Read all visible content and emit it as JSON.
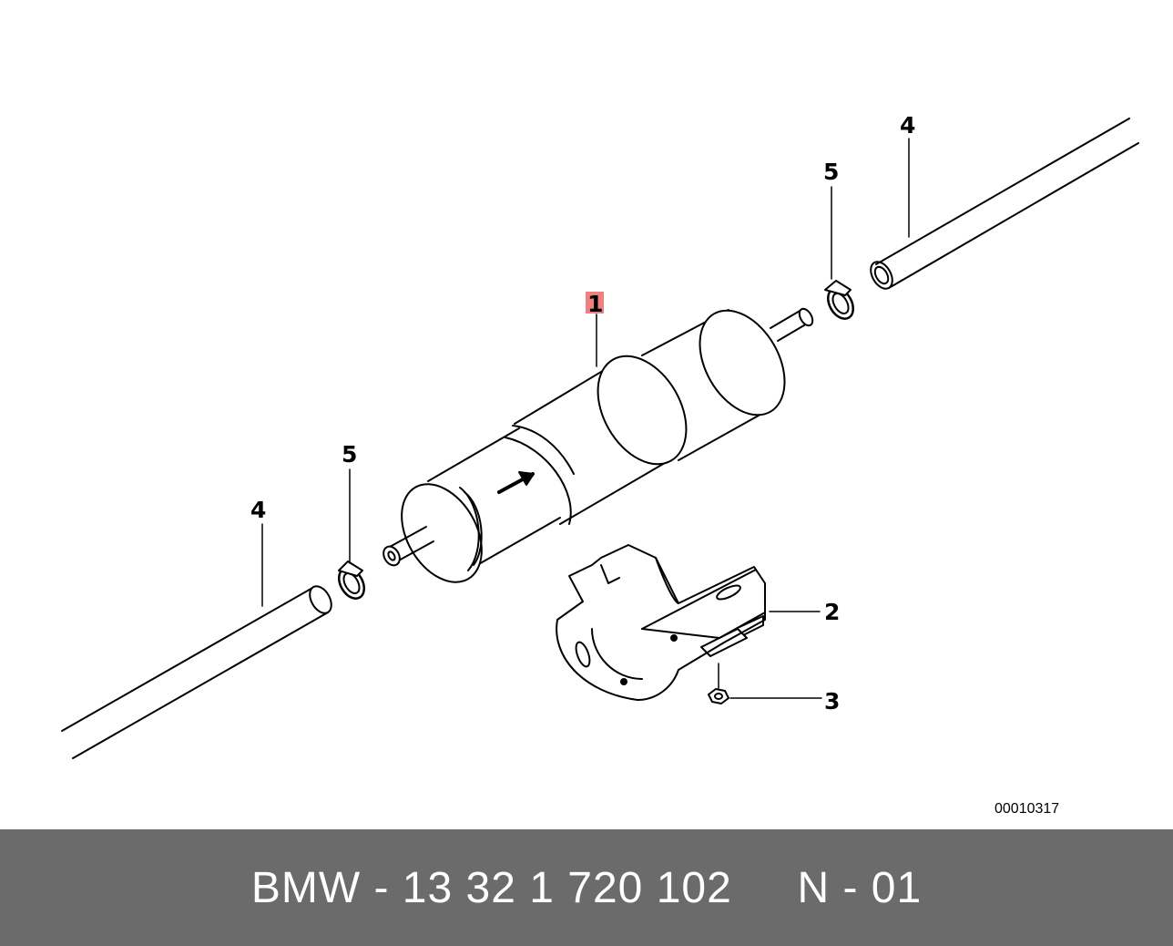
{
  "diagram": {
    "callouts": {
      "filter": "1",
      "bracket": "2",
      "nut": "3",
      "hose_left": "4",
      "hose_right": "4",
      "clamp_left": "5",
      "clamp_right": "5"
    },
    "highlighted_callout": "1",
    "drawing_code": "00010317"
  },
  "footer": {
    "brand": "BMW",
    "part_number": "13 32 1 720 102",
    "position": "N - 01",
    "text": "BMW - 13 32 1 720 102     N - 01"
  },
  "colors": {
    "background": "#ffffff",
    "footer_background": "#6b6b6b",
    "footer_text": "#ffffff",
    "highlight": "#f08080",
    "line": "#000000"
  }
}
